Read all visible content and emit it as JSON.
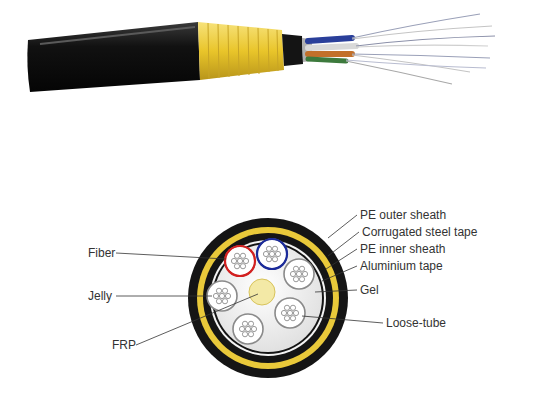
{
  "diagram": {
    "labels": [
      "PE outer sheath",
      "Corrugated steel tape",
      "PE inner sheath",
      "Fiber",
      "Aluminium tape",
      "Gel",
      "Jelly",
      "Loose-tube",
      "FRP"
    ]
  }
}
